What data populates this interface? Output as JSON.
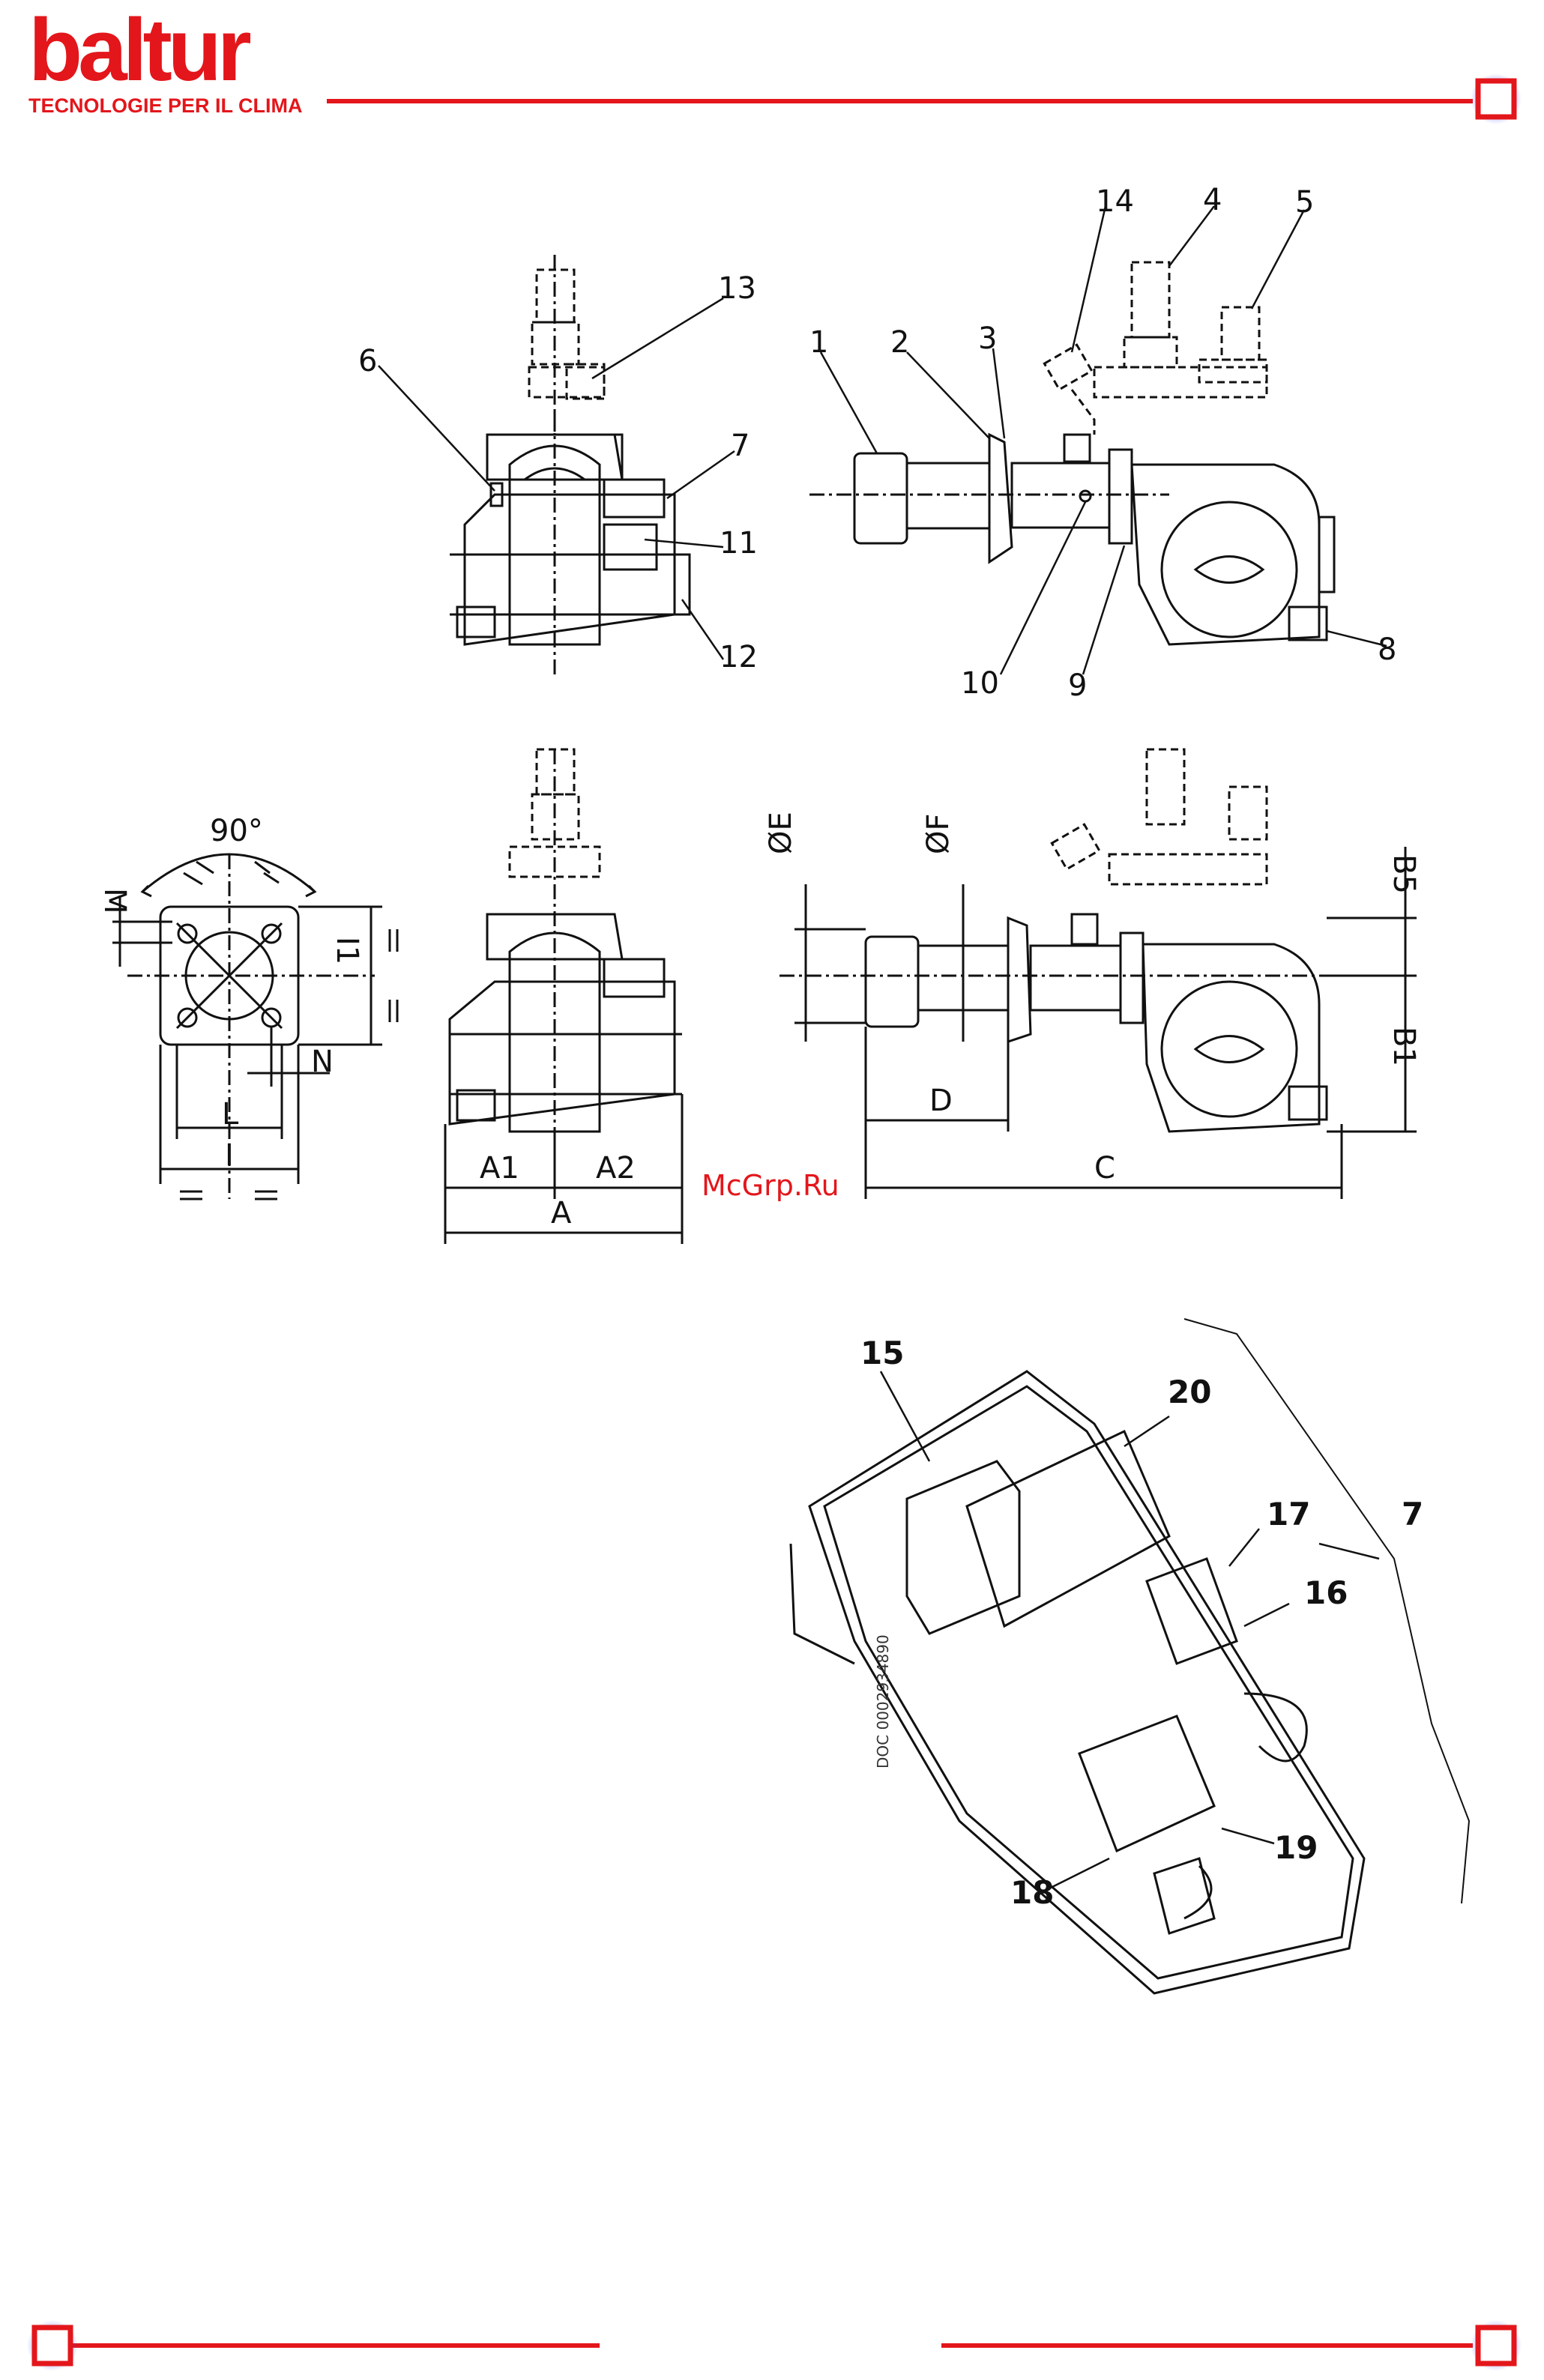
{
  "header": {
    "brand_name": "baltur",
    "brand_tagline": "TECNOLOGIE PER IL CLIMA",
    "brand_color": "#e3161b",
    "corner_glow_color": "#3f3cff"
  },
  "watermark": "McGrp.Ru",
  "figure_top": {
    "front_view_labels": [
      "6",
      "13",
      "7",
      "11",
      "12"
    ],
    "side_view_labels": [
      "1",
      "2",
      "3",
      "14",
      "4",
      "5",
      "10",
      "9",
      "8"
    ]
  },
  "figure_dimensions": {
    "flange_labels": [
      "90°",
      "M",
      "I1",
      "N",
      "L",
      "I"
    ],
    "front_labels": [
      "A1",
      "A2",
      "A"
    ],
    "side_labels": [
      "ØE",
      "ØF",
      "D",
      "C",
      "B5",
      "B1"
    ]
  },
  "figure_panel": {
    "labels": [
      "15",
      "20",
      "17",
      "7",
      "16",
      "19",
      "18"
    ],
    "doc_code": "DOC 0002934890"
  }
}
